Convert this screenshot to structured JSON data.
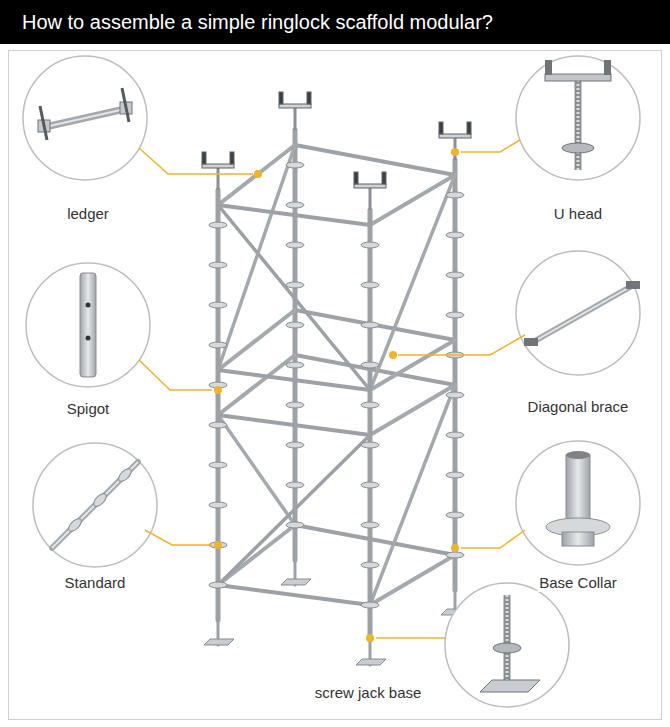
{
  "diagram": {
    "title": "How to assemble a simple ringlock scaffold modular?",
    "labels": [
      "ledger",
      "U head",
      "Spigot",
      "Diagonal brace",
      "Standard",
      "Base Collar",
      "screw jack base"
    ]
  }
}
